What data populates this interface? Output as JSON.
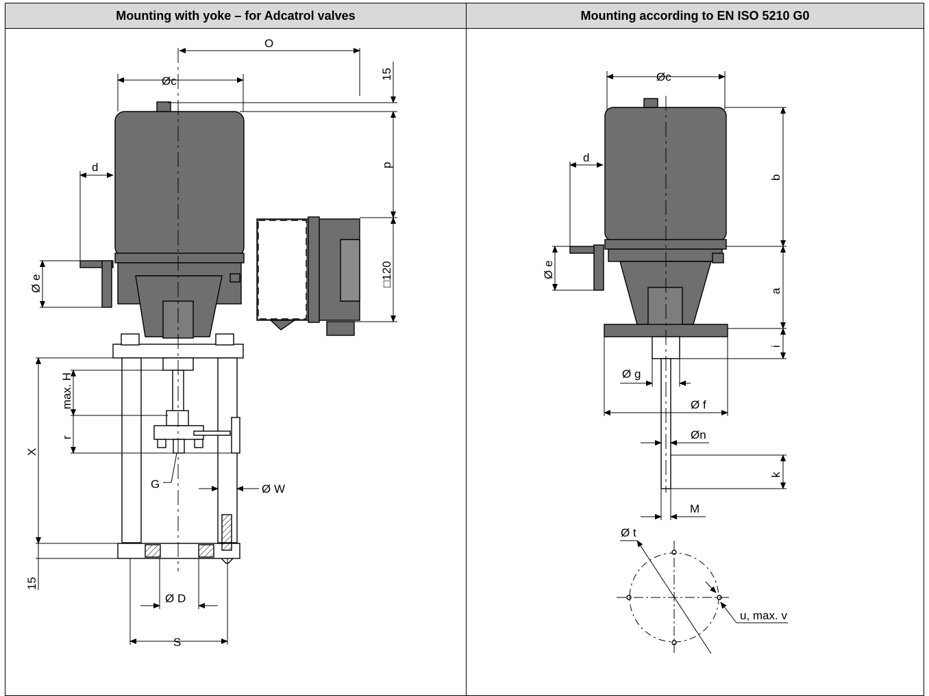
{
  "headers": {
    "left": "Mounting with yoke – for Adcatrol valves",
    "right": "Mounting according to EN ISO 5210 G0"
  },
  "left_labels": {
    "O": "O",
    "dia_c": "Øc",
    "fifteen_top": "15",
    "p": "p",
    "d": "d",
    "box120": "□120",
    "dia_e": "Ø e",
    "max_H": "max. H",
    "r": "r",
    "X": "X",
    "G": "G",
    "dia_W": "Ø W",
    "fifteen_bottom": "15",
    "dia_D": "Ø D",
    "S": "S"
  },
  "right_labels": {
    "dia_c": "Øc",
    "d": "d",
    "b": "b",
    "dia_e": "Ø e",
    "a": "a",
    "i": "i",
    "dia_g": "Ø g",
    "dia_f": "Ø f",
    "dia_n": "Øn",
    "k": "k",
    "M": "M",
    "dia_t": "Ø t",
    "u_max_v": "u, max. v"
  },
  "colors": {
    "body": "#6f6f6f",
    "line": "#000000",
    "header_bg": "#d9d9d9"
  }
}
